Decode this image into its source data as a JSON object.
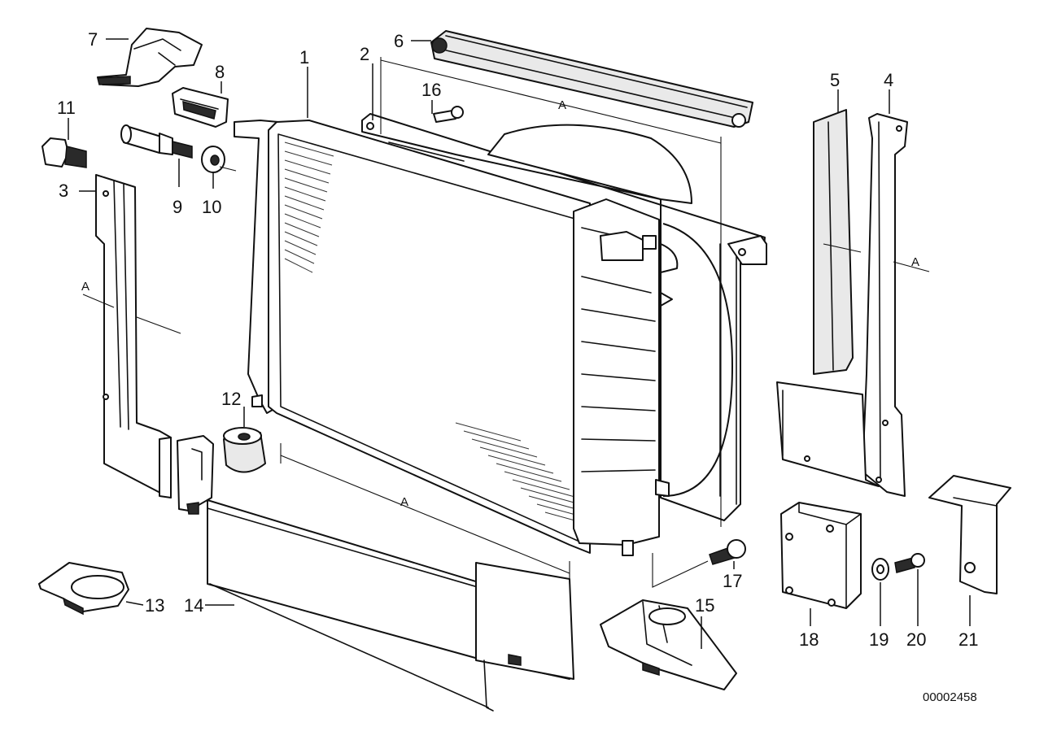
{
  "diagram": {
    "callouts": [
      {
        "id": "1",
        "label": "1"
      },
      {
        "id": "2",
        "label": "2"
      },
      {
        "id": "3",
        "label": "3"
      },
      {
        "id": "4",
        "label": "4"
      },
      {
        "id": "5",
        "label": "5"
      },
      {
        "id": "6",
        "label": "6"
      },
      {
        "id": "7",
        "label": "7"
      },
      {
        "id": "8",
        "label": "8"
      },
      {
        "id": "9",
        "label": "9"
      },
      {
        "id": "10",
        "label": "10"
      },
      {
        "id": "11",
        "label": "11"
      },
      {
        "id": "12",
        "label": "12"
      },
      {
        "id": "13",
        "label": "13"
      },
      {
        "id": "14",
        "label": "14"
      },
      {
        "id": "15",
        "label": "15"
      },
      {
        "id": "16",
        "label": "16"
      },
      {
        "id": "17",
        "label": "17"
      },
      {
        "id": "18",
        "label": "18"
      },
      {
        "id": "19",
        "label": "19"
      },
      {
        "id": "20",
        "label": "20"
      },
      {
        "id": "21",
        "label": "21"
      }
    ],
    "dimension_label": "A",
    "document_number": "00002458"
  }
}
